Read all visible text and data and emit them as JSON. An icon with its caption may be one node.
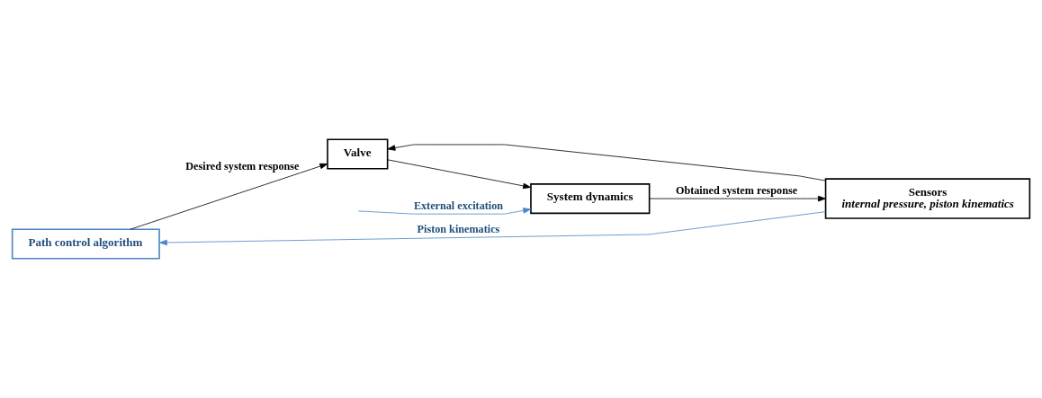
{
  "diagram": {
    "nodes": [
      {
        "text": [
          "Path control algorithm"
        ]
      },
      {
        "text": [
          "Valve"
        ]
      },
      {
        "text": [
          "System dynamics"
        ]
      },
      {
        "text": [
          "Sensors",
          "internal pressure, piston kinematics"
        ]
      }
    ],
    "edges": [
      {
        "from": 0,
        "to": 1,
        "arrow": "to",
        "label": "Desired system response"
      },
      {
        "from": 1,
        "to": 2,
        "arrow": "to"
      },
      {
        "from": null,
        "to": 2,
        "arrow": "to",
        "label": "External excitation",
        "color": "#4a86c5"
      },
      {
        "from": 2,
        "to": 3,
        "arrow": "to",
        "label": "Obtained system response"
      },
      {
        "from": 3,
        "to": 1,
        "arrow": "to"
      },
      {
        "from": 3,
        "to": 0,
        "arrow": "to",
        "label": "Piston kinematics",
        "color": "#4a86c5"
      }
    ]
  }
}
